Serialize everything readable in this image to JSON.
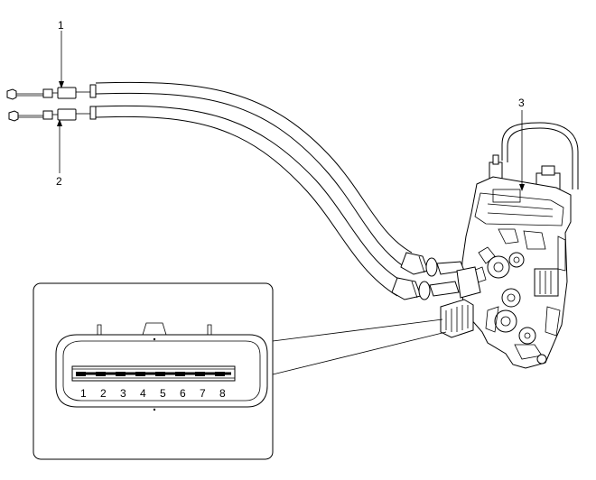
{
  "callouts": [
    {
      "label": "1"
    },
    {
      "label": "2"
    },
    {
      "label": "3"
    }
  ],
  "connector": {
    "pins": [
      "1",
      "2",
      "3",
      "4",
      "5",
      "6",
      "7",
      "8"
    ]
  }
}
